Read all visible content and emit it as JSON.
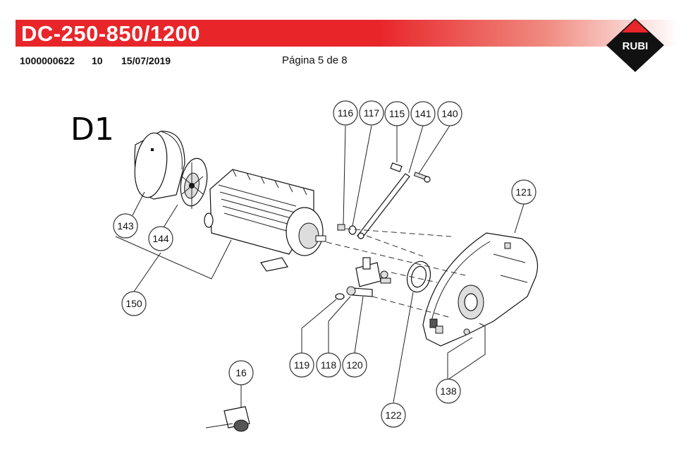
{
  "header": {
    "title": "DC-250-850/1200",
    "doc_number": "1000000622",
    "revision": "10",
    "date": "15/07/2019",
    "page": "Página 5 de 8",
    "brand": "RUBI",
    "accent_color": "#e8262a"
  },
  "section": {
    "label": "D1"
  },
  "callouts": [
    {
      "id": "c116",
      "number": "116"
    },
    {
      "id": "c117",
      "number": "117"
    },
    {
      "id": "c115",
      "number": "115"
    },
    {
      "id": "c141",
      "number": "141"
    },
    {
      "id": "c140",
      "number": "140"
    },
    {
      "id": "c121",
      "number": "121"
    },
    {
      "id": "c143",
      "number": "143"
    },
    {
      "id": "c144",
      "number": "144"
    },
    {
      "id": "c150",
      "number": "150"
    },
    {
      "id": "c119",
      "number": "119"
    },
    {
      "id": "c118",
      "number": "118"
    },
    {
      "id": "c120",
      "number": "120"
    },
    {
      "id": "c138",
      "number": "138"
    },
    {
      "id": "c122",
      "number": "122"
    },
    {
      "id": "c16",
      "number": "16"
    }
  ]
}
